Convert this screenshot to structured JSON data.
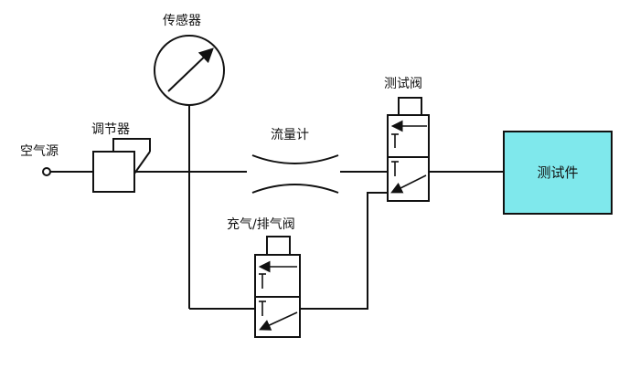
{
  "labels": {
    "air_source": "空气源",
    "regulator": "调节器",
    "sensor": "传感器",
    "flow_meter": "流量计",
    "test_valve": "测试阀",
    "fill_exhaust_valve": "充气/排气阀",
    "test_piece": "测试件"
  },
  "colors": {
    "line": "#111111",
    "test_piece_fill": "#7fe8ec"
  }
}
